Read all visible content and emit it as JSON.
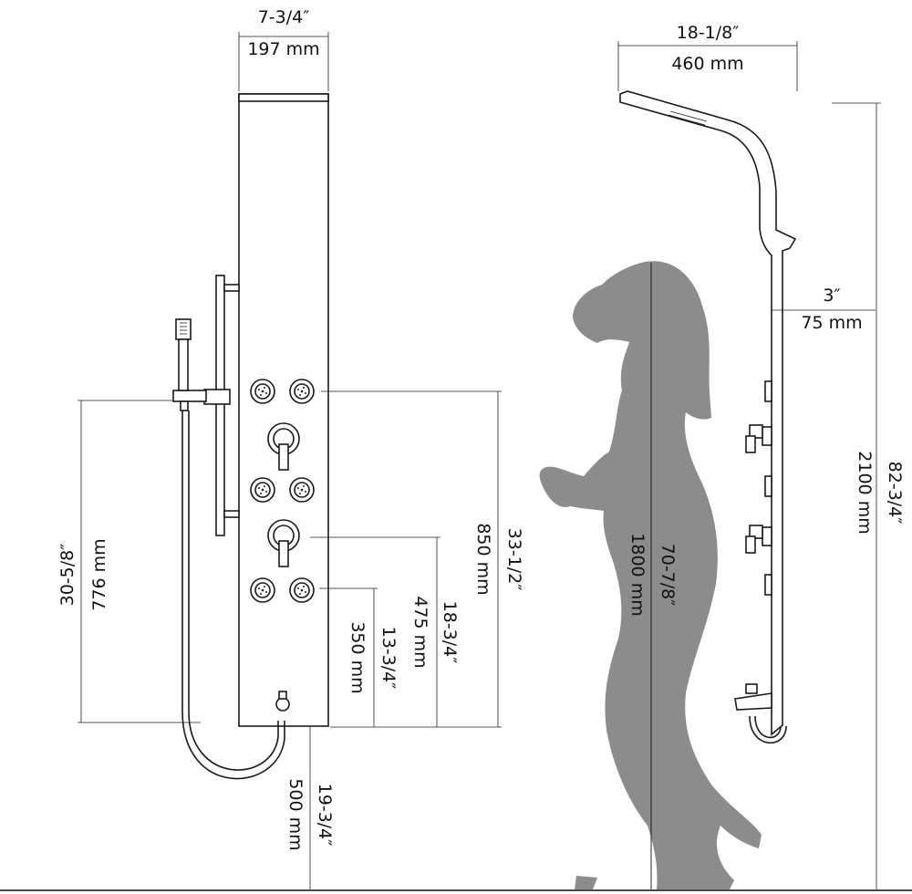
{
  "colors": {
    "line": "#1a1a1a",
    "silhouette": "#8c8c8c",
    "background": "#ffffff"
  },
  "front_view": {
    "panel_width_in": "7-3/4″",
    "panel_width_mm": "197 mm",
    "jets_span_in": "33-1/2″",
    "jets_span_mm": "850 mm",
    "mid_height_in": "18-3/4″",
    "mid_height_mm": "475 mm",
    "low_height_in": "13-3/4″",
    "low_height_mm": "350 mm",
    "slide_bar_in": "30-5/8″",
    "slide_bar_mm": "776 mm",
    "floor_clearance_in": "19-3/4″",
    "floor_clearance_mm": "500 mm"
  },
  "side_view": {
    "arm_reach_in": "18-1/8″",
    "arm_reach_mm": "460 mm",
    "depth_in": "3″",
    "depth_mm": "75 mm",
    "total_height_in": "82-3/4″",
    "total_height_mm": "2100 mm"
  },
  "figure": {
    "person_height_in": "70-7/8″",
    "person_height_mm": "1800 mm"
  }
}
